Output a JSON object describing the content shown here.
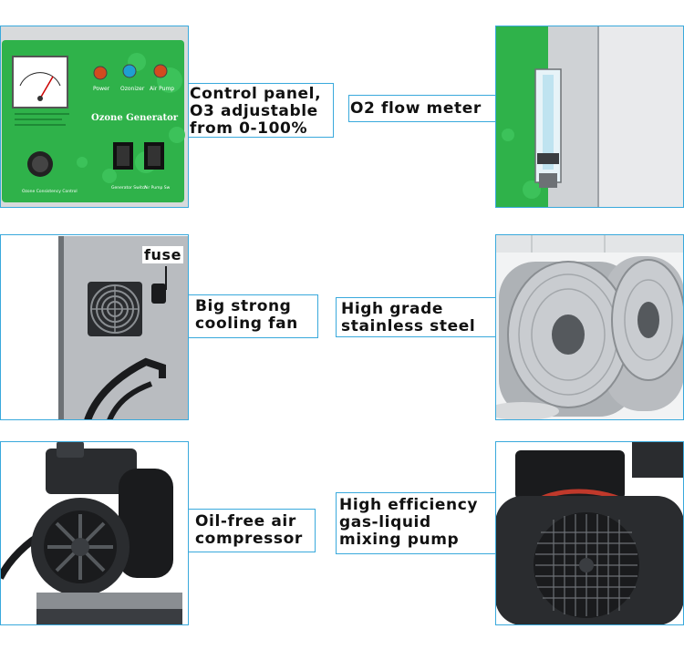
{
  "features": [
    {
      "id": "control-panel",
      "label_lines": [
        "Control panel,",
        "O3 adjustable",
        "from 0-100%"
      ]
    },
    {
      "id": "flow-meter",
      "label_lines": [
        "O2 flow meter"
      ]
    },
    {
      "id": "cooling-fan",
      "label_lines": [
        "Big strong",
        "cooling fan"
      ]
    },
    {
      "id": "stainless-steel",
      "label_lines": [
        "High grade",
        "stainless steel"
      ]
    },
    {
      "id": "air-compressor",
      "label_lines": [
        "Oil-free air",
        "compressor"
      ]
    },
    {
      "id": "mixing-pump",
      "label_lines": [
        "High efficiency",
        "gas-liquid",
        "mixing pump"
      ]
    }
  ],
  "callouts": {
    "fuse": "fuse"
  },
  "panel_text": {
    "brand": "Ozone Generator",
    "power": "Power",
    "ozonizer": "Ozonizer",
    "air_pump": "Air Pump",
    "ozone_control": "Ozone Consistency Control",
    "generator_switch": "Generator Switch",
    "air_pump_switch": "Air Pump Sw"
  },
  "colors": {
    "frame": "#39a9dc",
    "panel_green": "#2fb24a",
    "steel": "#c9ccd0"
  }
}
